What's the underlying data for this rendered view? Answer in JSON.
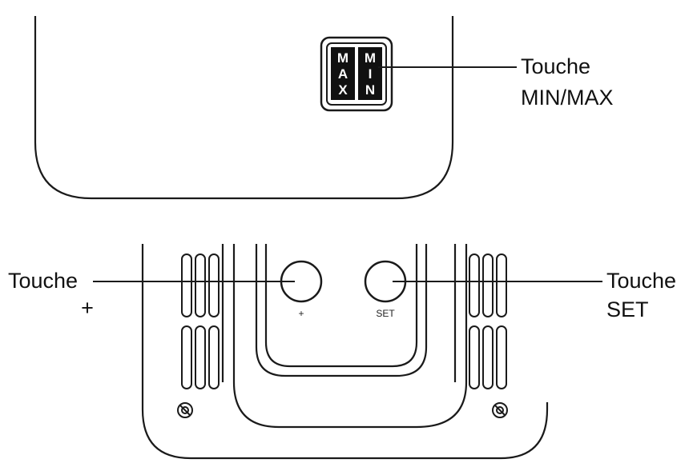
{
  "callouts": {
    "minmax": {
      "line1": "Touche",
      "line2": "MIN/MAX"
    },
    "plus": {
      "line1": "Touche",
      "line2": "+"
    },
    "set": {
      "line1": "Touche",
      "line2": "SET"
    }
  },
  "buttons": {
    "plus_caption": "+",
    "set_caption": "SET"
  },
  "minmax_key": {
    "left_letters": [
      "M",
      "A",
      "X"
    ],
    "right_letters": [
      "M",
      "I",
      "N"
    ]
  },
  "colors": {
    "stroke": "#1a1a1a",
    "key_fill": "#111111"
  }
}
